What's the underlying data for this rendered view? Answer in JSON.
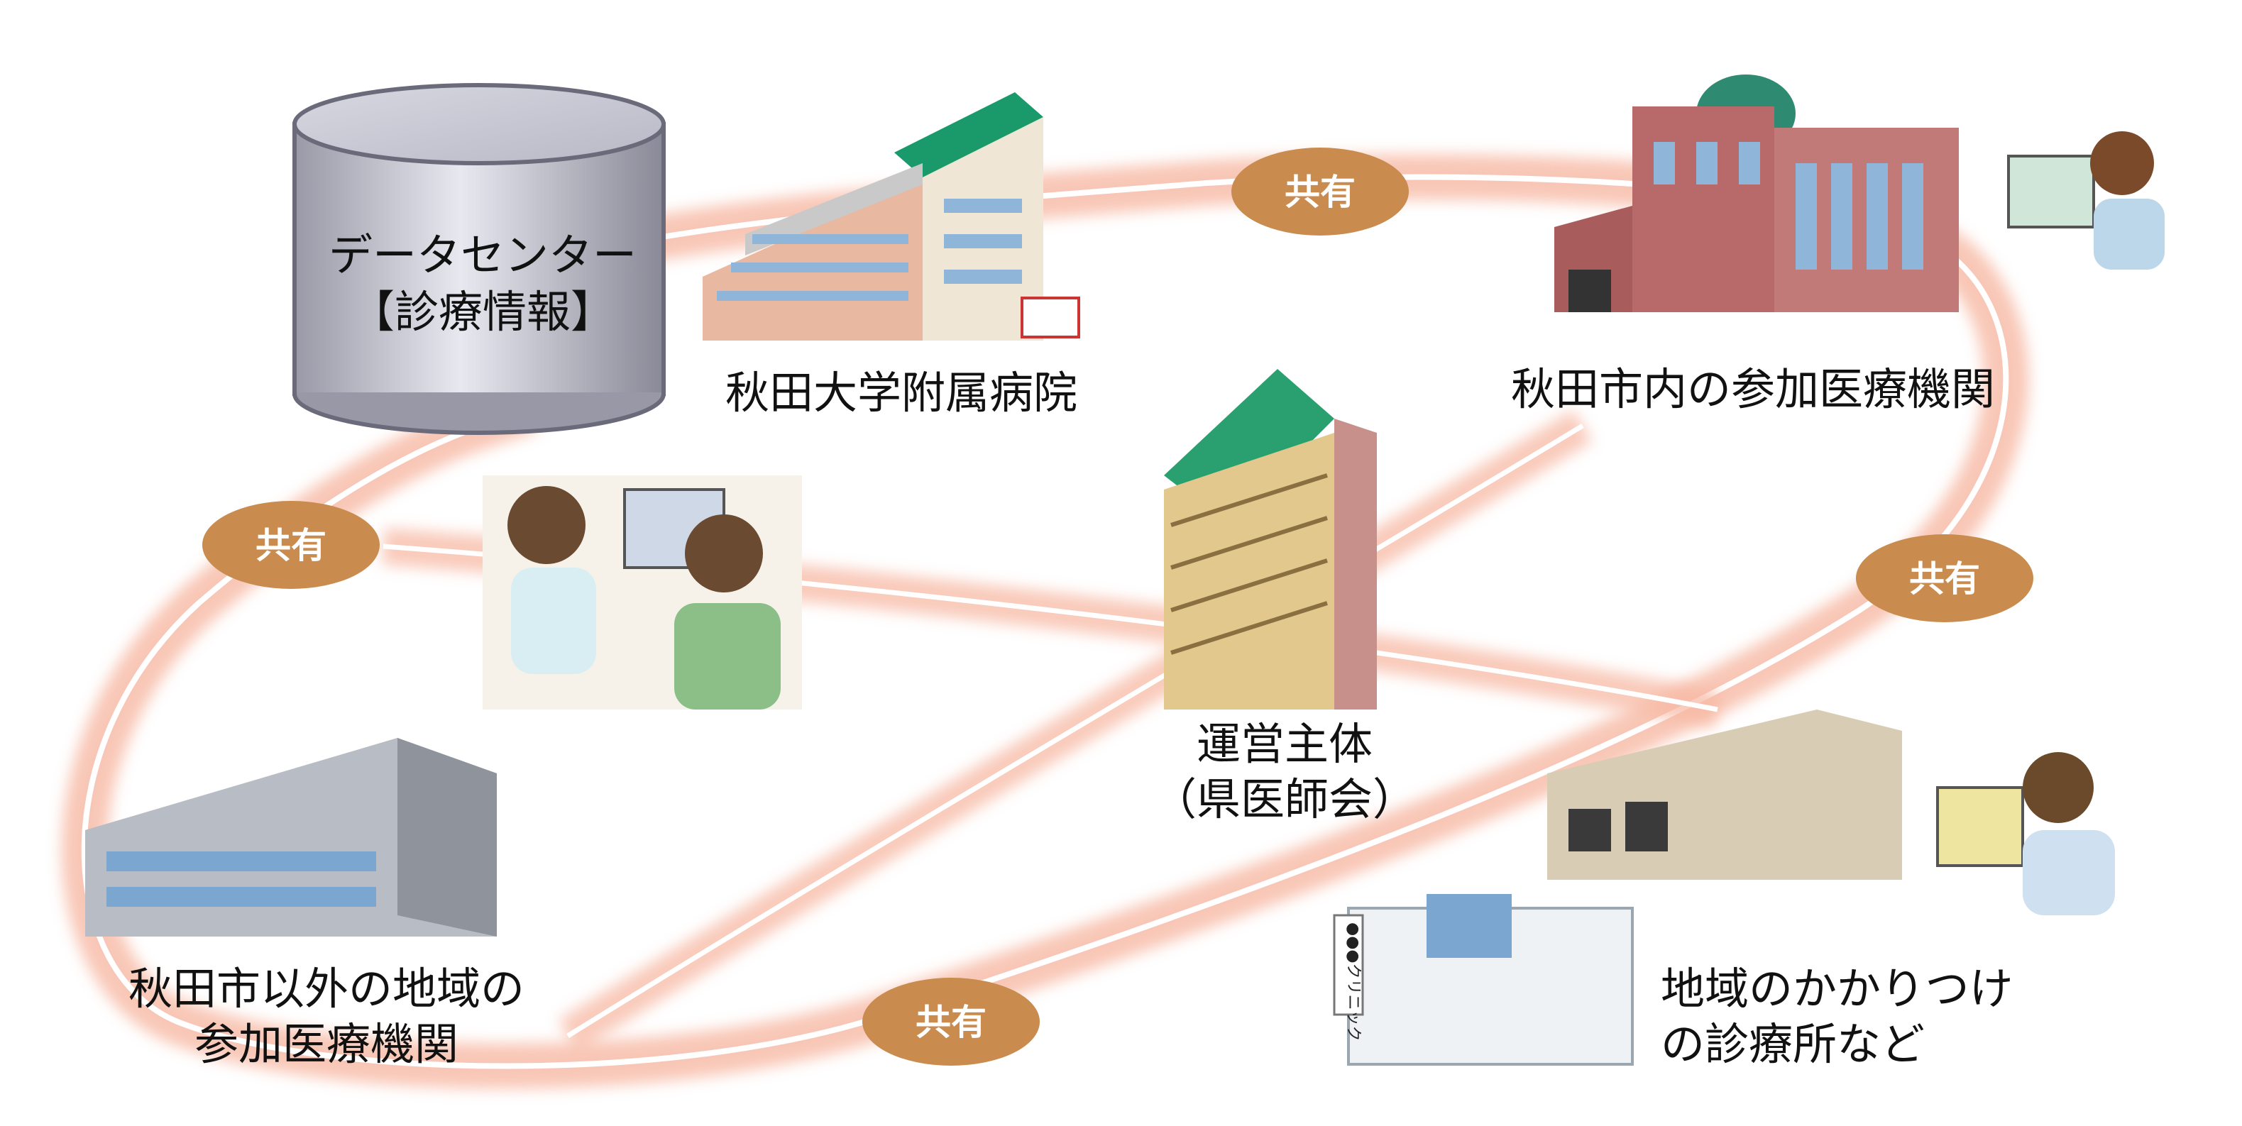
{
  "data_center": {
    "line1": "データセンター",
    "line2": "【診療情報】"
  },
  "labels": {
    "akita_univ_hospital": "秋田大学附属病院",
    "akita_city_members": "秋田市内の参加医療機関",
    "operator_line1": "運営主体",
    "operator_line2": "（県医師会）",
    "outside_city_line1": "秋田市以外の地域の",
    "outside_city_line2": "参加医療機関",
    "local_clinics_line1": "地域のかかりつけ",
    "local_clinics_line2": "の診療所など"
  },
  "badges": {
    "top": "共有",
    "left": "共有",
    "right": "共有",
    "bottom": "共有"
  },
  "signs": {
    "clinic": "●●●クリニック"
  },
  "colors": {
    "glow": "#f7b9a4",
    "badge": "#c98b4e",
    "building_green": "#1a9a6a",
    "brick": "#b86a6a"
  }
}
